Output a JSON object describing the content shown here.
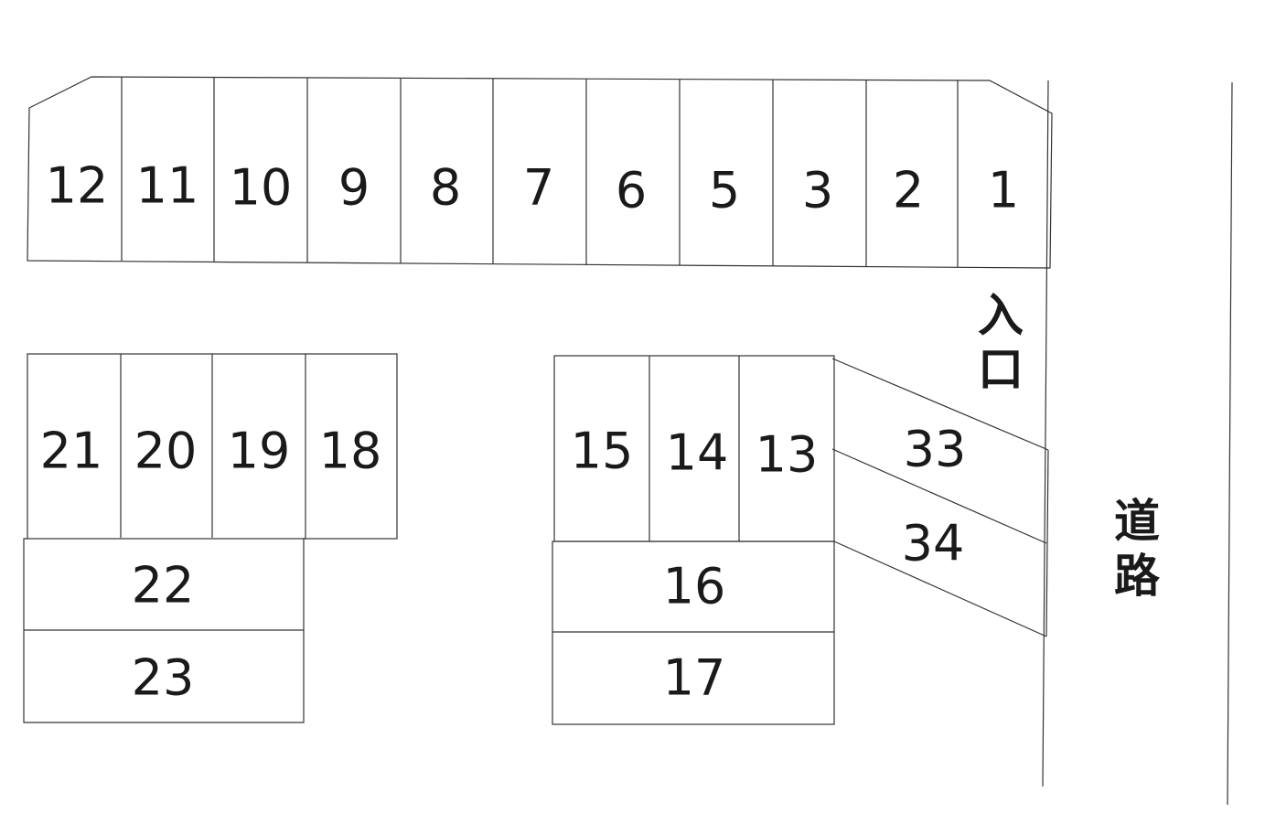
{
  "entrance_label": [
    "入",
    "口"
  ],
  "road_label": [
    "道",
    "路"
  ],
  "slots": [
    "12",
    "11",
    "10",
    "9",
    "8",
    "7",
    "6",
    "5",
    "3",
    "2",
    "1",
    "21",
    "20",
    "19",
    "18",
    "22",
    "23",
    "15",
    "14",
    "13",
    "16",
    "17",
    "33",
    "34"
  ]
}
